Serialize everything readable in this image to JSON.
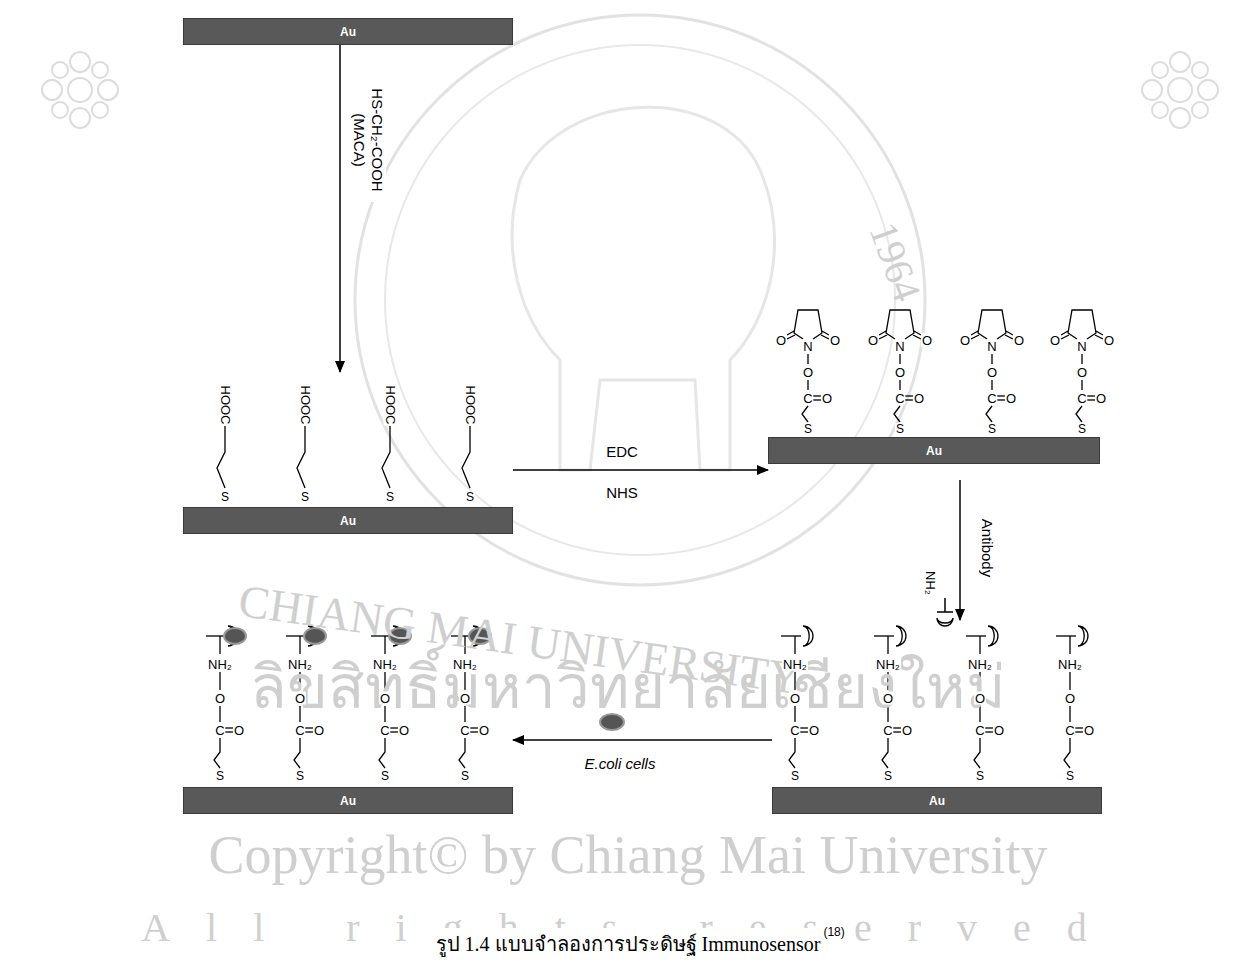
{
  "diagram": {
    "caption": "รูป 1.4 แบบจำลองการประดิษฐ์ Immunosensor",
    "nodes": [
      {
        "text": [
          "Au"
        ]
      },
      {
        "text": [
          "Au"
        ]
      },
      {
        "text": [
          "Au"
        ]
      },
      {
        "text": [
          "Au"
        ]
      },
      {
        "text": [
          "Au"
        ]
      }
    ],
    "edges": [
      {
        "from": 0,
        "to": 1,
        "arrow": "to",
        "label": "HS-CH₂-COOH (MACA)"
      },
      {
        "from": 1,
        "to": 2,
        "arrow": "to",
        "label": "EDC"
      },
      {
        "from": 2,
        "to": 3,
        "arrow": "to",
        "label": "Antibody"
      },
      {
        "from": 3,
        "to": 4,
        "arrow": "to",
        "label": "E.coli cells"
      }
    ],
    "labels": [
      "CHIANG MAI UNIVERSITY",
      "1964",
      "ลิขสิทธิ์มหาวิทยาลัยเชียงใหม่",
      "Copyright© by Chiang Mai University",
      "All rights reserved",
      "NHS",
      "NH₂",
      "HOOC",
      "S",
      "HOOC",
      "S",
      "HOOC",
      "S",
      "HOOC",
      "S",
      "O",
      "O",
      "N",
      "O",
      "C",
      "O",
      "S",
      "O",
      "O",
      "N",
      "O",
      "C",
      "O",
      "S",
      "O",
      "O",
      "N",
      "O",
      "C",
      "O",
      "S",
      "O",
      "O",
      "N",
      "O",
      "C",
      "O",
      "S",
      "NH₂",
      "O",
      "C",
      "O",
      "S",
      "NH₂",
      "O",
      "C",
      "O",
      "S",
      "NH₂",
      "O",
      "C",
      "O",
      "S",
      "NH₂",
      "O",
      "C",
      "O",
      "S",
      "NH₂",
      "O",
      "C",
      "O",
      "S",
      "NH₂",
      "O",
      "C",
      "O",
      "S",
      "NH₂",
      "O",
      "C",
      "O",
      "S",
      "NH₂",
      "O",
      "C",
      "O",
      "S",
      "(18)"
    ]
  }
}
